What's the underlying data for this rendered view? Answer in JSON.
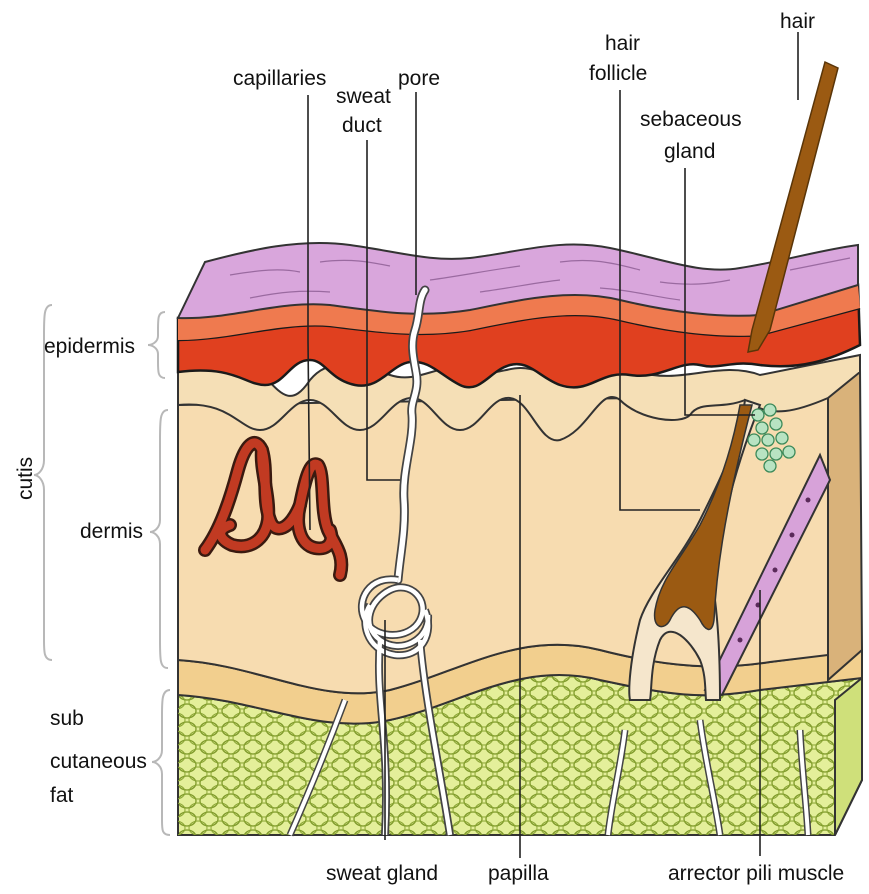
{
  "labels": {
    "hair": "hair",
    "hair_follicle_1": "hair",
    "hair_follicle_2": "follicle",
    "capillaries": "capillaries",
    "sweat_duct_1": "sweat",
    "sweat_duct_2": "duct",
    "pore": "pore",
    "sebaceous_1": "sebaceous",
    "sebaceous_2": "gland",
    "epidermis": "epidermis",
    "cutis": "cutis",
    "dermis": "dermis",
    "subcut_1": "sub",
    "subcut_2": "cutaneous",
    "subcut_3": "fat",
    "sweat_gland": "sweat gland",
    "papilla": "papilla",
    "arrector": "arrector pili muscle"
  },
  "colors": {
    "epidermis_top": "#d9a6dc",
    "epidermis_red": "#e0401f",
    "dermis": "#f7dcb0",
    "fat": "#e4ef9a",
    "hair": "#9b5a12",
    "capillary": "#c13a22",
    "muscle": "#d7a2d9",
    "gland": "#b8e3c2"
  }
}
